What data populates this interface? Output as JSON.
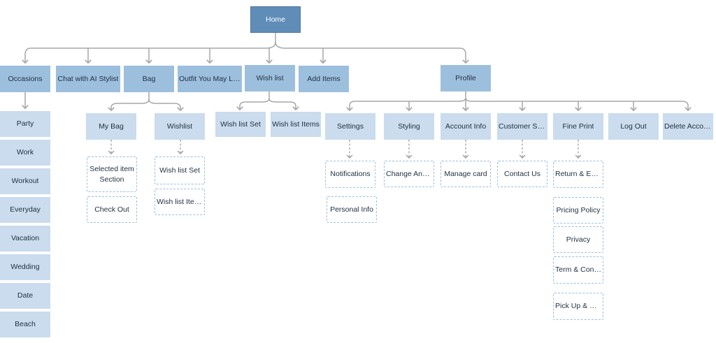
{
  "colors": {
    "root_fill": "#5f8db8",
    "level1_fill": "#9dbfde",
    "level2_fill": "#cadced",
    "leaf_border": "#9dbfde",
    "connector": "#a7a7a7"
  },
  "home": {
    "label": "Home"
  },
  "sections": {
    "occasions": "Occasions",
    "chat": "Chat with AI Stylist",
    "bag": "Bag",
    "outfit": "Outfit You May Like",
    "wishlist": "Wish list",
    "add_items": "Add Items",
    "profile": "Profile"
  },
  "occasions": [
    "Party",
    "Work",
    "Workout",
    "Everyday",
    "Vacation",
    "Wedding",
    "Date",
    "Beach"
  ],
  "bag": {
    "my_bag": "My Bag",
    "my_bag_items": [
      "Selected item Section",
      "Check Out"
    ],
    "wishlist": "Wishlist",
    "wishlist_items": [
      "Wish list Set",
      "Wish list Items"
    ]
  },
  "wishlist": {
    "set": "Wish list Set",
    "items": "Wish list Items"
  },
  "profile": {
    "settings": "Settings",
    "settings_items": [
      "Notifications",
      "Personal Info"
    ],
    "styling": "Styling",
    "styling_items": [
      "Change Answ..."
    ],
    "account_info": "Account Info",
    "account_items": [
      "Manage card"
    ],
    "customer_service": "Customer Ser...",
    "customer_items": [
      "Contact Us"
    ],
    "fine_print": "Fine Print",
    "fine_print_items": [
      "Return & Exch...",
      "Pricing Policy",
      "Privacy",
      "Term & Conditi...",
      "Pick Up & Deli..."
    ],
    "log_out": "Log Out",
    "delete_account": "Delete Account"
  }
}
